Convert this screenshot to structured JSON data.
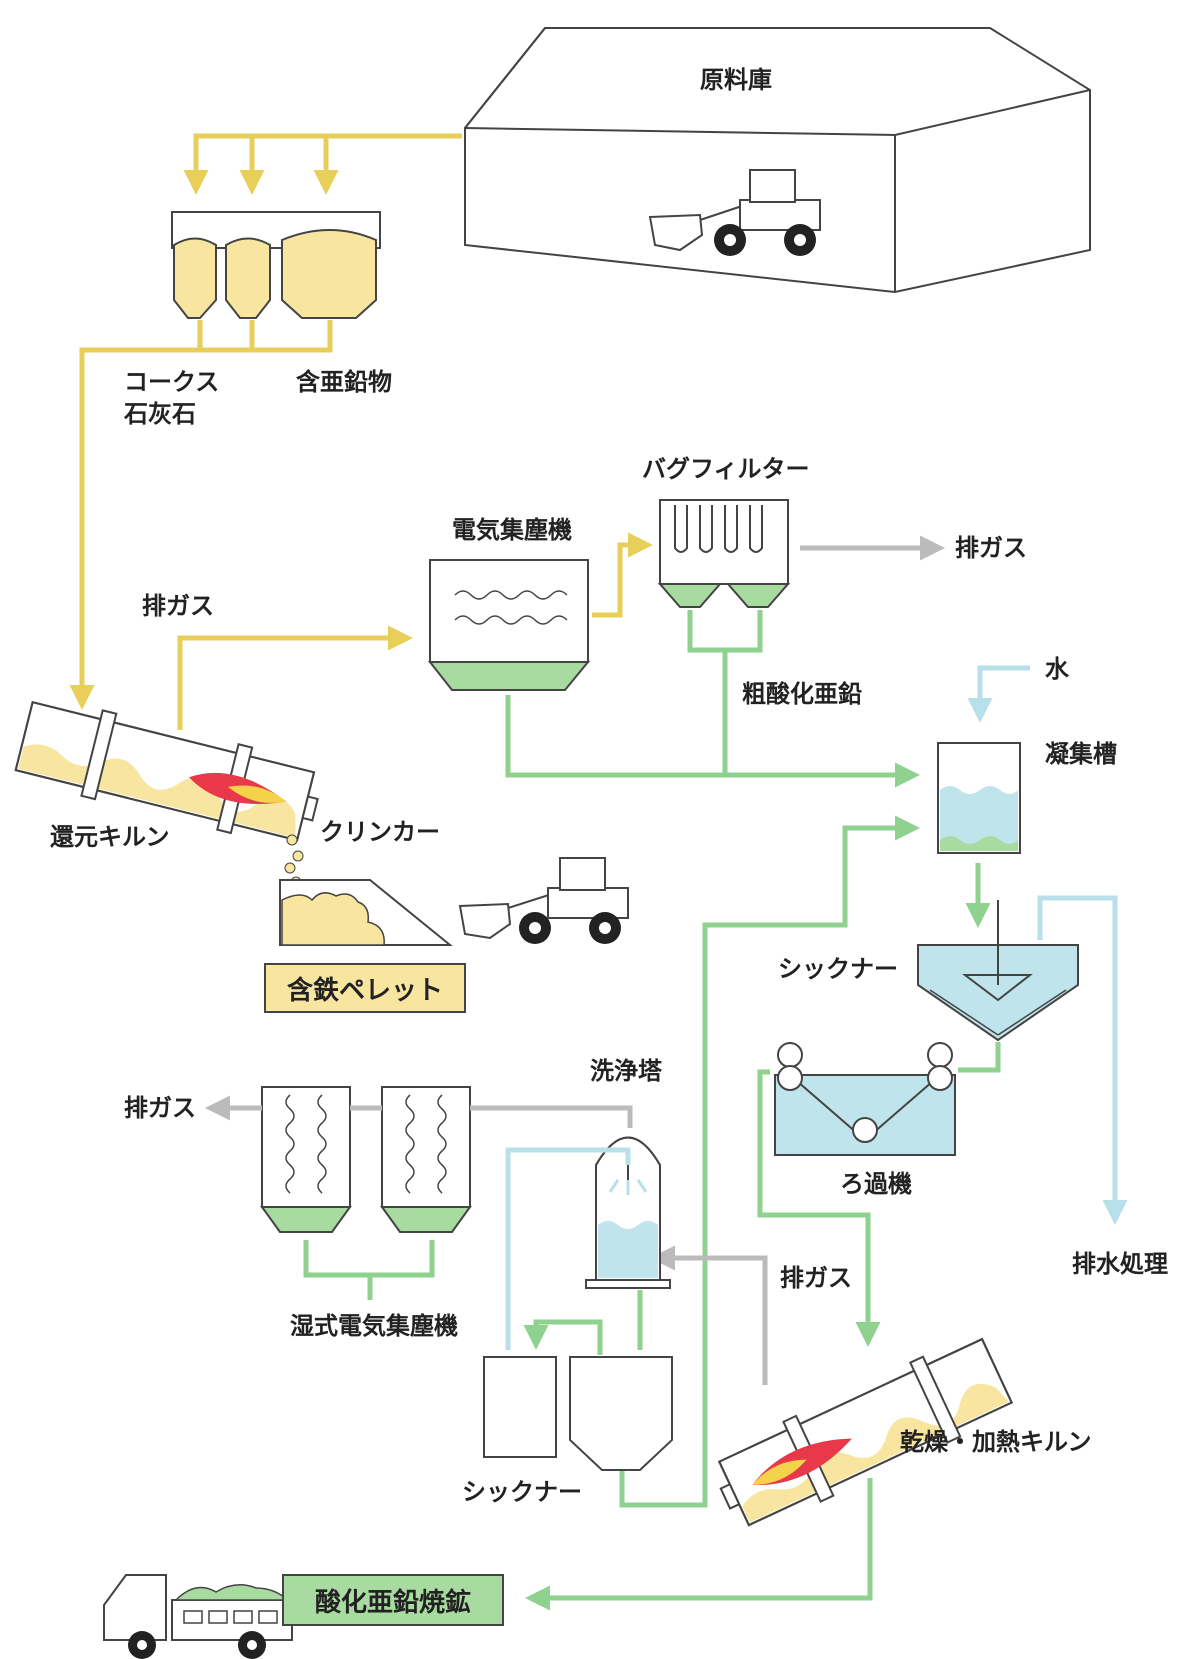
{
  "colors": {
    "yellow_flow": "#e8cf5a",
    "green_flow": "#8fd18f",
    "grey_flow": "#bbbbbb",
    "blue_flow": "#b8e0ea",
    "material_fill": "#f8e6a0",
    "sludge_fill": "#a8dba0",
    "water_fill": "#bfe4ec",
    "flame_red": "#e8384a",
    "flame_yellow": "#f4d34a",
    "outline": "#444444"
  },
  "labels": {
    "warehouse": "原料庫",
    "coke_line1": "コークス",
    "coke_line2": "石灰石",
    "zinc_material": "含亜鉛物",
    "exhaust_gas": "排ガス",
    "electrostatic_precipitator": "電気集塵機",
    "bag_filter": "バグフィルター",
    "exhaust_gas_right": "排ガス",
    "crude_zinc_oxide": "粗酸化亜鉛",
    "water": "水",
    "coagulation_tank": "凝集槽",
    "reduction_kiln": "還元キルン",
    "clinker": "クリンカー",
    "iron_pellet": "含鉄ペレット",
    "thickener": "シックナー",
    "washing_tower": "洗浄塔",
    "exhaust_gas_left": "排ガス",
    "filter_machine": "ろ過機",
    "wastewater_treatment": "排水処理",
    "exhaust_gas_mid": "排ガス",
    "wet_esp": "湿式電気集塵機",
    "thickener_bottom": "シックナー",
    "drying_kiln": "乾燥・加熱キルン",
    "zinc_oxide_ore": "酸化亜鉛焼鉱"
  }
}
